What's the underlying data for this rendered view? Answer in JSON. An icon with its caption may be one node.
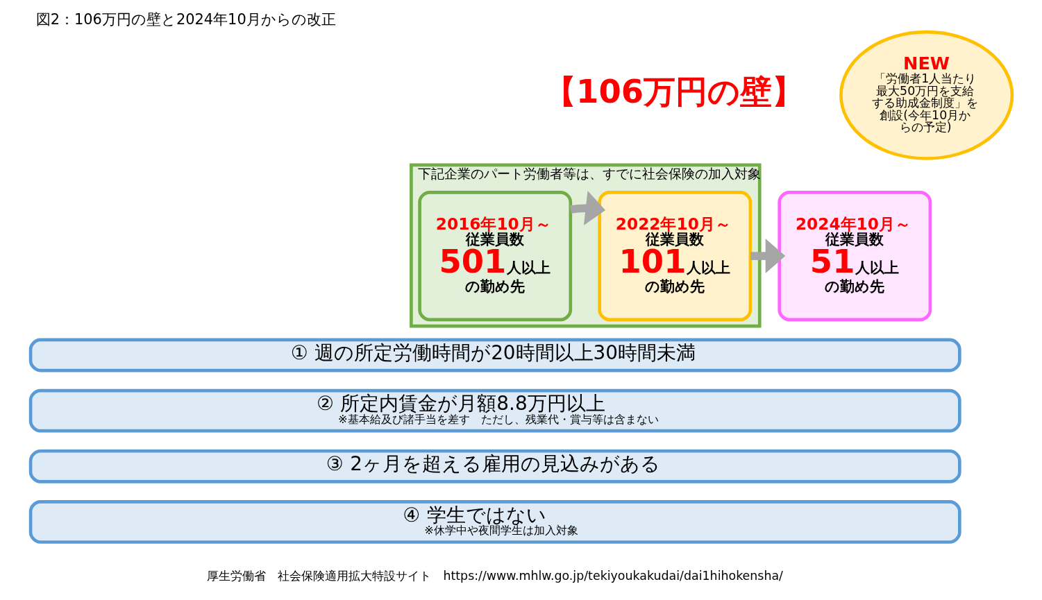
{
  "diagram": {
    "title": "図2：106万円の壁と2024年10月からの改正",
    "nodes": [
      {
        "text": [
          "下記企業のパート労働者等は、すでに社会保険の加入対象"
        ]
      },
      {
        "text": [
          "2016年10月～",
          "従業員数",
          "501",
          "人以上",
          "の勤め先"
        ],
        "in": 0
      },
      {
        "text": [
          "2022年10月～",
          "従業員数",
          "101",
          "人以上",
          "の勤め先"
        ],
        "in": 0
      },
      {
        "text": [
          "NEW",
          "「労働者1人当たり最大50万円を支給する助成金制度」を創設(今年10月からの予定)"
        ]
      },
      {
        "text": [
          "2024年10月～",
          "従業員数",
          "51",
          "人以上",
          "の勤め先"
        ]
      },
      {
        "text": [
          "①",
          "週の所定労働時間が20時間以上30時間未満"
        ]
      },
      {
        "text": [
          "②",
          "所定内賃金が月額8.8万円以上",
          "※基本給及び諸手当を差す　ただし、残業代・賞与等は含まない"
        ]
      },
      {
        "text": [
          "③",
          "2ヶ月を超える雇用の見込みがある"
        ]
      },
      {
        "text": [
          "④",
          "学生ではない",
          "※休学中や夜間学生は加入対象"
        ]
      }
    ],
    "edges": [
      {
        "from": 1,
        "to": 2,
        "arrow": "to"
      },
      {
        "from": 2,
        "to": 4,
        "arrow": "to"
      }
    ],
    "labels": [
      "【106万円の壁】",
      "厚生労働省　社会保険適用拡大特設サイト　https://www.mhlw.go.jp/tekiyoukakudai/dai1hihokensha/"
    ]
  }
}
